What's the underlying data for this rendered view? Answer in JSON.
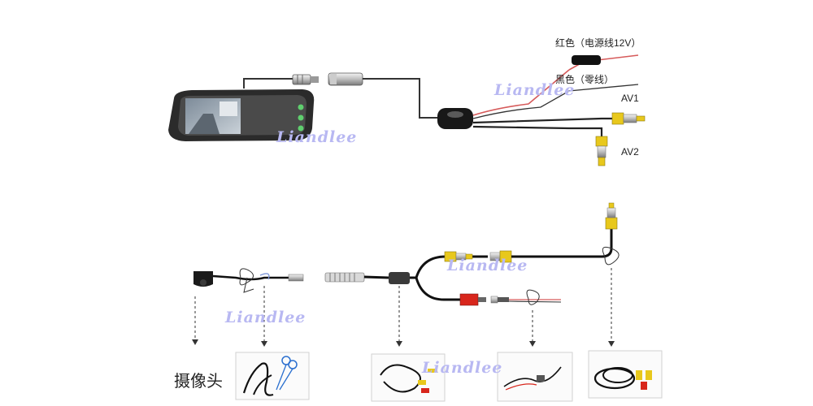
{
  "labels": {
    "red_wire": "红色（电源线12V）",
    "black_wire": "黑色（零线）",
    "av1": "AV1",
    "av2": "AV2",
    "camera": "摄像头"
  },
  "watermark": "Liandlee",
  "colors": {
    "red_wire": "#d65a5a",
    "black_wire": "#333333",
    "rca_yellow": "#e8c81c",
    "rca_red": "#d8261c",
    "watermark": "#b8b8f2",
    "led_green": "#5fcf6e"
  },
  "icons": [
    "rearview-mirror",
    "camera",
    "rca-plug",
    "power-plug",
    "cable-tie",
    "scissors",
    "down-arrow"
  ]
}
